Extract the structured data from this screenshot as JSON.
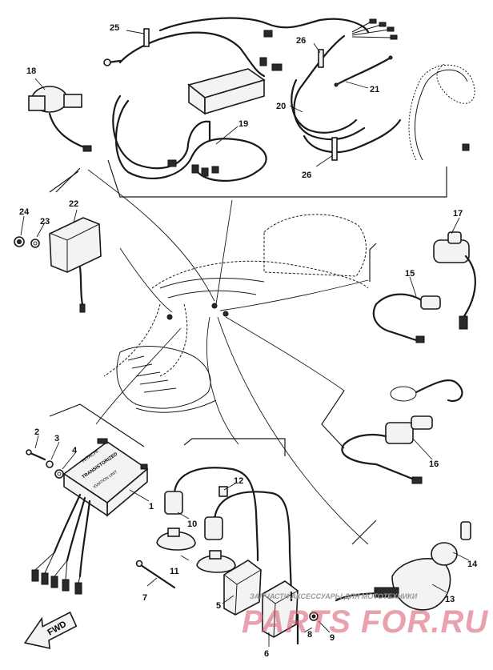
{
  "callouts": [
    {
      "id": "c1",
      "label": "1"
    },
    {
      "id": "c2",
      "label": "2"
    },
    {
      "id": "c3",
      "label": "3"
    },
    {
      "id": "c4",
      "label": "4"
    },
    {
      "id": "c5",
      "label": "5"
    },
    {
      "id": "c6",
      "label": "6"
    },
    {
      "id": "c7",
      "label": "7"
    },
    {
      "id": "c8",
      "label": "8"
    },
    {
      "id": "c9",
      "label": "9"
    },
    {
      "id": "c10",
      "label": "10"
    },
    {
      "id": "c11",
      "label": "11"
    },
    {
      "id": "c12",
      "label": "12"
    },
    {
      "id": "c13",
      "label": "13"
    },
    {
      "id": "c14",
      "label": "14"
    },
    {
      "id": "c15",
      "label": "15"
    },
    {
      "id": "c16",
      "label": "16"
    },
    {
      "id": "c17",
      "label": "17"
    },
    {
      "id": "c18",
      "label": "18"
    },
    {
      "id": "c19",
      "label": "19"
    },
    {
      "id": "c20",
      "label": "20"
    },
    {
      "id": "c21",
      "label": "21"
    },
    {
      "id": "c22",
      "label": "22"
    },
    {
      "id": "c23",
      "label": "23"
    },
    {
      "id": "c24",
      "label": "24"
    },
    {
      "id": "c25",
      "label": "25"
    },
    {
      "id": "c26a",
      "label": "26"
    },
    {
      "id": "c26b",
      "label": "26"
    }
  ],
  "cdi_unit": {
    "line1": "HITACHI",
    "line2": "TRANSISTORIZED",
    "line3": "IGNITION UNIT"
  },
  "fwd_arrow": "FWD",
  "watermark": {
    "tagline": "ЗАПЧАСТИ АКСЕССУАРЫ ДЛЯ МОТОТЕХНИКИ",
    "brand": "PARTS FOR.RU"
  },
  "colors": {
    "ink": "#1a1a1a",
    "watermark": "#d9536b",
    "background": "#ffffff"
  }
}
